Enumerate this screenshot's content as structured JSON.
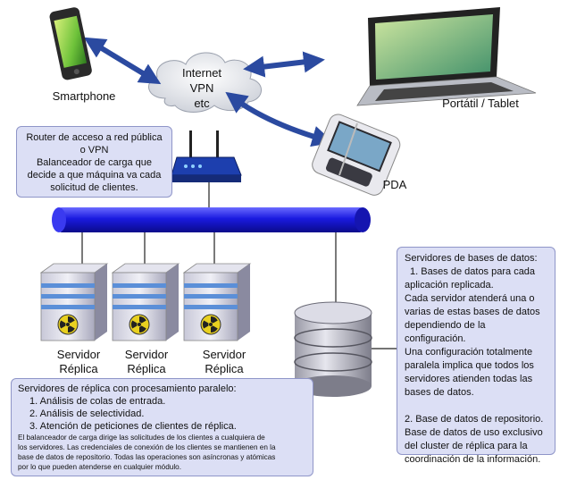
{
  "nodes": {
    "smartphone": "Smartphone",
    "cloud": [
      "Internet",
      "VPN",
      "etc"
    ],
    "laptop": "Portátil / Tablet",
    "pda": "PDA",
    "servers": [
      [
        "Servidor",
        "Réplica"
      ],
      [
        "Servidor",
        "Réplica"
      ],
      [
        "Servidor",
        "Réplica"
      ]
    ]
  },
  "router_box": [
    "Router de acceso a red pública",
    "o VPN",
    "Balanceador de carga que",
    "decide a que máquina va cada",
    "solicitud de clientes."
  ],
  "replica_box": {
    "title": "Servidores de réplica con procesamiento paralelo:",
    "items": [
      "1. Análisis de colas de entrada.",
      "2. Análisis de selectividad.",
      "3. Atención de peticiones de clientes de réplica."
    ],
    "note": [
      "El balanceador de carga dirige las solicitudes de los clientes a cualquiera de",
      "los servidores. Las credenciales de conexión de los clientes se mantienen en la",
      "base de datos de repositorio. Todas las operaciones son asíncronas y atómicas",
      "por lo que pueden atenderse en cualquier módulo."
    ]
  },
  "db_box": [
    "Servidores de bases de datos:",
    "1. Bases de datos para cada",
    "aplicación replicada.",
    "Cada servidor atenderá una o",
    "varias de estas bases de datos",
    "dependiendo de la configuración.",
    "Una configuración totalmente",
    "paralela implica que todos los",
    "servidores atienden todas las",
    "bases de datos.",
    "",
    "2. Base de datos de repositorio.",
    "Base de datos de uso exclusivo",
    "del cluster de réplica para la",
    "coordinación de la información."
  ],
  "colors": {
    "bus": "#1f1fd8",
    "arrow": "#2b4aa0",
    "box_fill": "#dcdff5",
    "server_stripe": "#5b8fd8",
    "radiation": "#e8d020"
  }
}
